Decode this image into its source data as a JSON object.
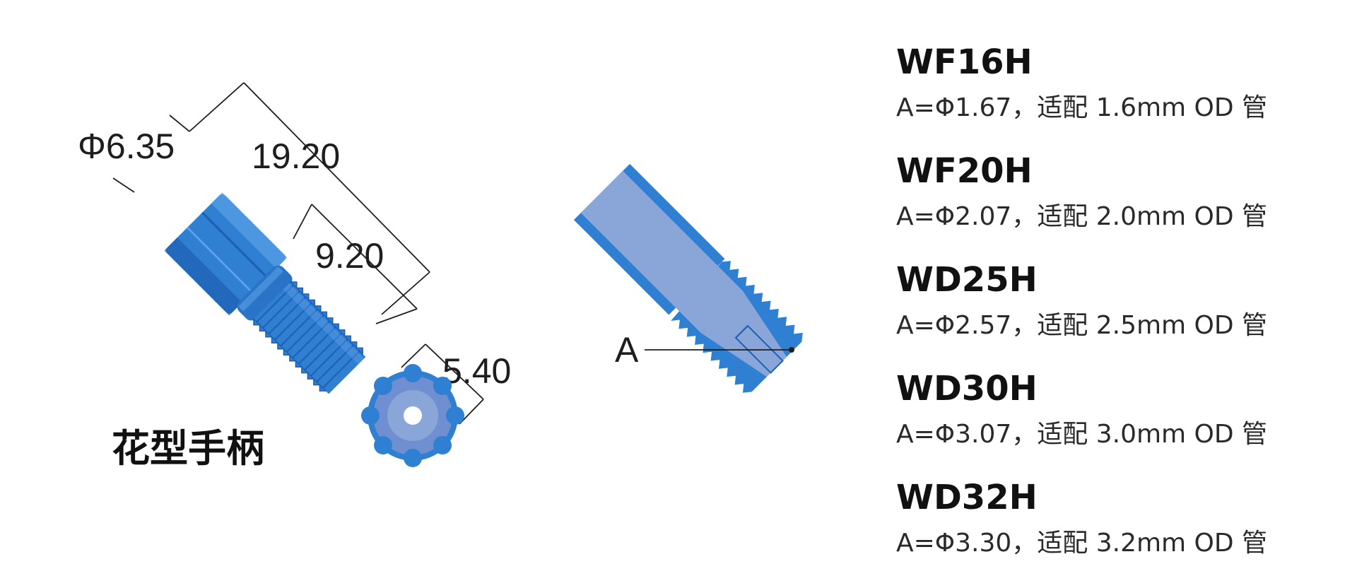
{
  "handle_label": "花型手柄",
  "dimensions": {
    "diameter": "Φ6.35",
    "total_length": "19.20",
    "thread_length": "9.20",
    "flat_width": "5.40",
    "bore_marker": "A"
  },
  "specs": [
    {
      "model": "WF16H",
      "desc": "A=Φ1.67，适配 1.6mm OD 管"
    },
    {
      "model": "WF20H",
      "desc": "A=Φ2.07，适配 2.0mm OD 管"
    },
    {
      "model": "WD25H",
      "desc": "A=Φ2.57，适配 2.5mm OD 管"
    },
    {
      "model": "WD30H",
      "desc": "A=Φ3.07，适配 3.0mm OD 管"
    },
    {
      "model": "WD32H",
      "desc": "A=Φ3.30，适配 3.2mm OD 管"
    }
  ],
  "colors": {
    "part_blue": "#2f7fd2",
    "part_dark": "#1e5fb0",
    "section_face": "#8aa6d8",
    "line": "#1e1e1e"
  }
}
